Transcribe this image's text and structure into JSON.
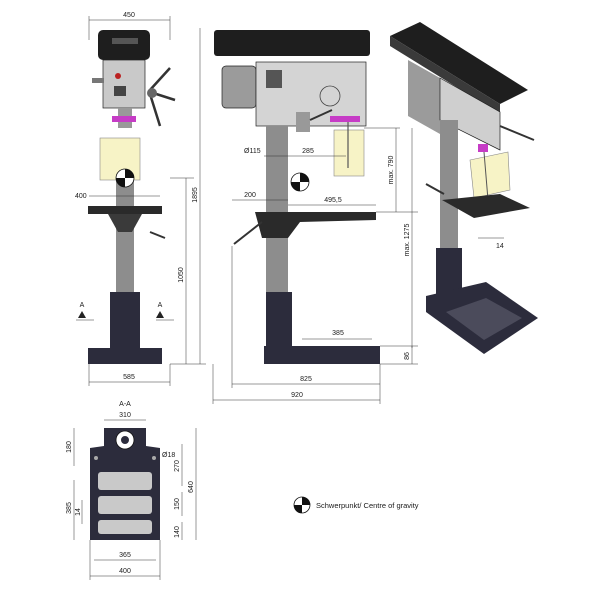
{
  "views": {
    "front": {
      "w_top": "450",
      "table_w": "400",
      "height_total": "1895",
      "height_table": "1050",
      "base_w": "585",
      "section_mark": "A"
    },
    "side": {
      "pulley": "Ø115",
      "spindle_off": "285",
      "stroke": "max. 790",
      "col_off": "200",
      "table_reach": "495,5",
      "travel": "max. 1275",
      "slot_w": "385",
      "base_h": "86",
      "depth_mid": "825",
      "depth_total": "920"
    },
    "iso": {
      "dim_14": "14"
    },
    "section": {
      "title": "A-A",
      "w_top": "310",
      "h_180": "180",
      "hole": "Ø18",
      "h_270": "270",
      "h_640": "640",
      "h_385": "385",
      "h_150": "150",
      "slot_14": "14",
      "h_140": "140",
      "w_365": "365",
      "w_400": "400"
    }
  },
  "legend": {
    "text": "Schwerpunkt/ Centre of gravity"
  }
}
